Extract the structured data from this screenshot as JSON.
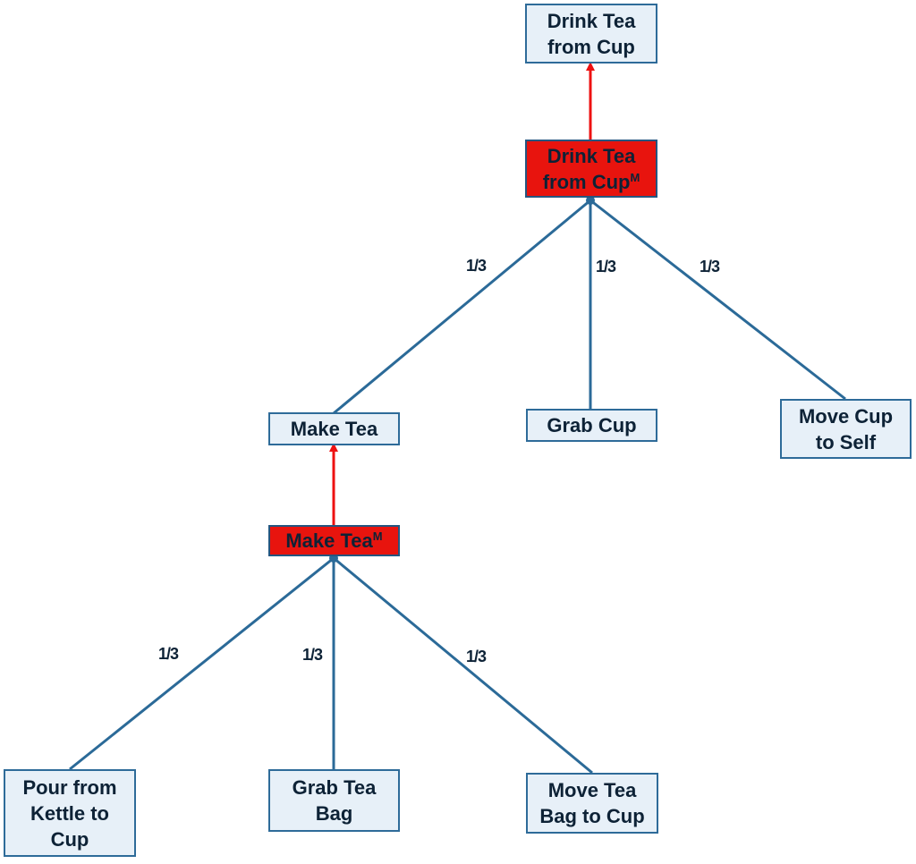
{
  "colors": {
    "tree_edge": "#2b6a98",
    "derived_edge": "#ee1111",
    "node_fill": "#e7f0f8",
    "node_border": "#2e6b99",
    "m_fill": "#e8140e"
  },
  "nodes": {
    "drink_tea_from_cup": {
      "lines": [
        "Drink Tea",
        "from Cup"
      ]
    },
    "drink_tea_from_cup_m": {
      "lines": [
        "Drink Tea",
        "from Cup"
      ],
      "sup": "M"
    },
    "make_tea": {
      "lines": [
        "Make Tea"
      ]
    },
    "grab_cup": {
      "lines": [
        "Grab Cup"
      ]
    },
    "move_cup_to_self": {
      "lines": [
        "Move Cup",
        "to Self"
      ]
    },
    "make_tea_m": {
      "lines": [
        "Make Tea"
      ],
      "sup": "M"
    },
    "pour_from_kettle": {
      "lines": [
        "Pour from",
        "Kettle to",
        "Cup"
      ]
    },
    "grab_tea_bag": {
      "lines": [
        "Grab Tea",
        "Bag"
      ]
    },
    "move_tea_bag": {
      "lines": [
        "Move Tea",
        "Bag to Cup"
      ]
    }
  },
  "weights": {
    "make_tea": "1/3",
    "grab_cup": "1/3",
    "move_cup_to_self": "1/3",
    "pour_from_kettle": "1/3",
    "grab_tea_bag": "1/3",
    "move_tea_bag": "1/3"
  }
}
